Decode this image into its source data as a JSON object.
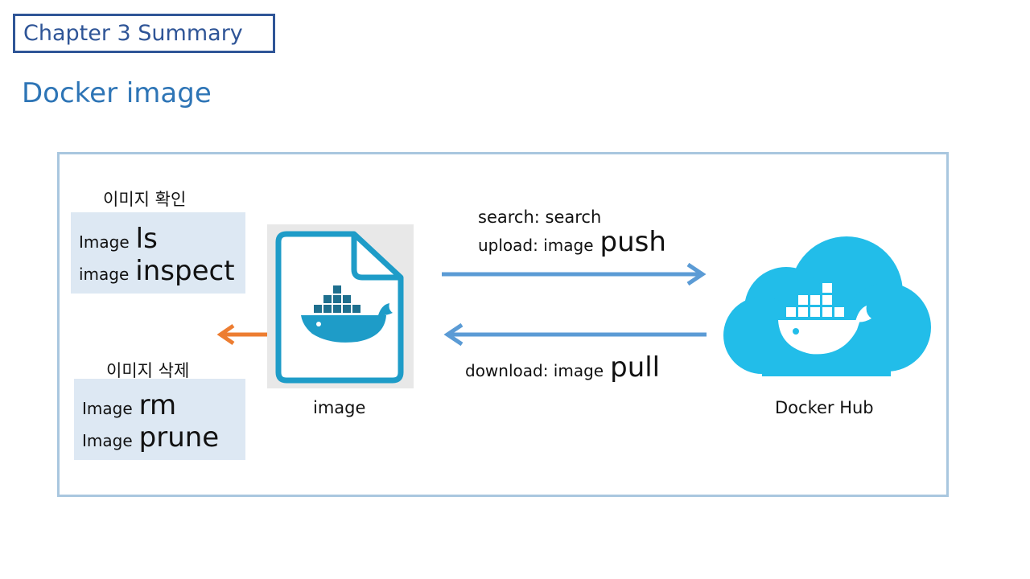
{
  "header": {
    "chapter_title": "Chapter 3 Summary",
    "section_title": "Docker image"
  },
  "left": {
    "inspect_heading": "이미지 확인",
    "inspect_cmds": [
      {
        "prefix": "Image",
        "cmd": "ls"
      },
      {
        "prefix": "image",
        "cmd": "inspect"
      }
    ],
    "delete_heading": "이미지 삭제",
    "delete_cmds": [
      {
        "prefix": "Image",
        "cmd": "rm"
      },
      {
        "prefix": "Image",
        "cmd": "prune"
      }
    ]
  },
  "center": {
    "image_label": "image",
    "push_label_line1": "search: search",
    "push_label_prefix": "upload: image",
    "push_label_cmd": "push",
    "pull_label_prefix": "download: image",
    "pull_label_cmd": "pull"
  },
  "right": {
    "hub_label": "Docker Hub"
  },
  "colors": {
    "accent_dark_blue": "#2f5597",
    "title_blue": "#2e75b6",
    "frame_border": "#a9c7df",
    "cmd_box_bg": "#dde8f3",
    "arrow_blue": "#5b9bd5",
    "arrow_orange": "#ed7d31",
    "docker_teal": "#1e9cc8",
    "cloud_cyan": "#22bde9"
  },
  "icons": {
    "file": "docker-file-icon",
    "cloud": "docker-hub-cloud-icon"
  }
}
